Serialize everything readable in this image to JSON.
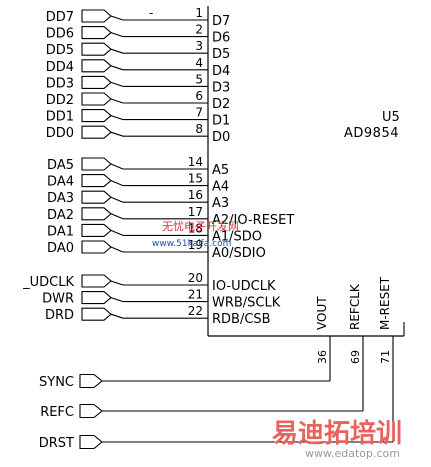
{
  "chip": {
    "ref": "U5",
    "part": "AD9854"
  },
  "data_bus_group": [
    {
      "net": "DD7",
      "pin": "1",
      "pin_name": "D7"
    },
    {
      "net": "DD6",
      "pin": "2",
      "pin_name": "D6"
    },
    {
      "net": "DD5",
      "pin": "3",
      "pin_name": "D5"
    },
    {
      "net": "DD4",
      "pin": "4",
      "pin_name": "D4"
    },
    {
      "net": "DD3",
      "pin": "5",
      "pin_name": "D3"
    },
    {
      "net": "DD2",
      "pin": "6",
      "pin_name": "D2"
    },
    {
      "net": "DD1",
      "pin": "7",
      "pin_name": "D1"
    },
    {
      "net": "DD0",
      "pin": "8",
      "pin_name": "D0"
    }
  ],
  "address_group": [
    {
      "net": "DA5",
      "pin": "14",
      "pin_name": "A5"
    },
    {
      "net": "DA4",
      "pin": "15",
      "pin_name": "A4"
    },
    {
      "net": "DA3",
      "pin": "16",
      "pin_name": "A3"
    },
    {
      "net": "DA2",
      "pin": "17",
      "pin_name": "A2/IO-RESET"
    },
    {
      "net": "DA1",
      "pin": "18",
      "pin_name": "A1/SDO"
    },
    {
      "net": "DA0",
      "pin": "19",
      "pin_name": "A0/SDIO"
    }
  ],
  "control_group": [
    {
      "net": "_UDCLK",
      "pin": "20",
      "pin_name": "IO-UDCLK"
    },
    {
      "net": "DWR",
      "pin": "21",
      "pin_name": "WRB/SCLK"
    },
    {
      "net": "DRD",
      "pin": "22",
      "pin_name": "RDB/CSB"
    }
  ],
  "bottom_pins": [
    {
      "net": "SYNC",
      "pin": "36",
      "pin_name": "VOUT"
    },
    {
      "net": "REFC",
      "pin": "69",
      "pin_name": "REFCLK"
    },
    {
      "net": "DRST",
      "pin": "71",
      "pin_name": "M-RESET"
    }
  ],
  "stray_mark": "-",
  "watermarks": {
    "cn_overlay": "无忧电子开发网",
    "url_overlay": "www.51kaifa.com",
    "brand_cn": "易迪拓培训",
    "brand_url": "www.edatop.com"
  },
  "colors": {
    "line": "#000000",
    "watermark_red": "#d9363e",
    "watermark_blue": "#1f4fa8",
    "brand_red": "#e8635e",
    "brand_url": "#9a9a9a"
  }
}
